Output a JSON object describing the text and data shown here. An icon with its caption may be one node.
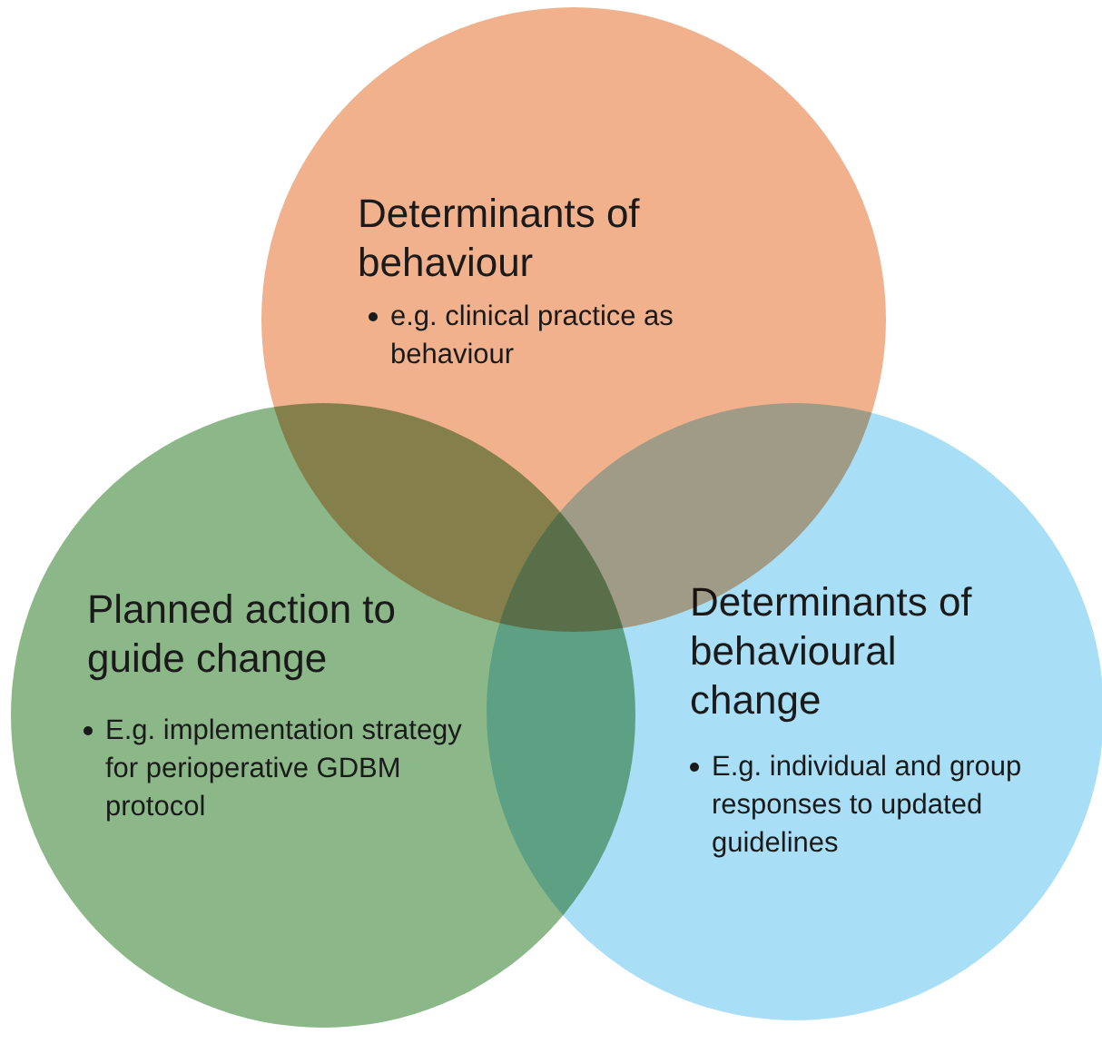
{
  "diagram": {
    "nodes": [
      {
        "text": [
          "Determinants of behaviour",
          "e.g. clinical practice as behaviour"
        ]
      },
      {
        "text": [
          "Planned action to guide change",
          "E.g. implementation strategy for perioperative GDBM protocol"
        ]
      },
      {
        "text": [
          "Determinants of behavioural change",
          "E.g. individual and group responses to updated guidelines"
        ]
      }
    ],
    "edges": []
  }
}
